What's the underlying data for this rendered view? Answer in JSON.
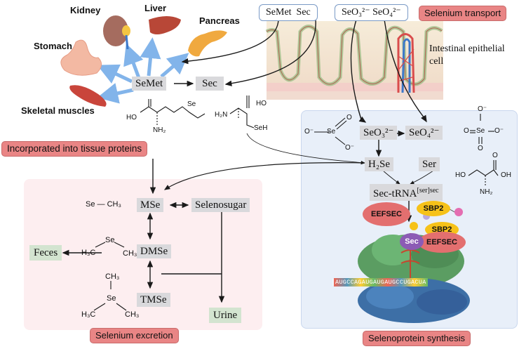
{
  "labels": {
    "selenium_transport": "Selenium transport",
    "incorporated": "Incorporated into tissue proteins",
    "selenium_excretion": "Selenium excretion",
    "selenoprotein_synthesis": "Selenoprotein synthesis",
    "intestinal_line1": "Intestinal epithelial",
    "intestinal_line2": "cell"
  },
  "transport_boxes": {
    "semet_sec": "SeMet  Sec",
    "selenite_selenate": "SeO₃²⁻ SeO₄²⁻"
  },
  "organs": {
    "kidney": "Kidney",
    "liver": "Liver",
    "pancreas": "Pancreas",
    "stomach": "Stomach",
    "skeletal_muscles": "Skeletal muscles"
  },
  "metabolites": {
    "semet": "SeMet",
    "sec": "Sec",
    "mse": "MSe",
    "selenosugar": "Selenosugar",
    "dmse": "DMSe",
    "tmse": "TMSe",
    "feces": "Feces",
    "urine": "Urine",
    "seo3": "SeO₃²⁻",
    "seo4": "SeO₄²⁻",
    "h2se": "H₂Se",
    "ser": "Ser",
    "sec_trna_prefix": "Sec-tRNA",
    "sec_trna_sup": "[ser]sec"
  },
  "synthesis": {
    "eefsec_left": "EEFSEC",
    "sbp2_top": "SBP2",
    "sbp2_mid": "SBP2",
    "eefsec_right": "EEFSEC",
    "sec_badge": "Sec"
  },
  "chemistry": {
    "semet_se": "Se",
    "semet_ho": "HO",
    "semet_nh2": "NH₂",
    "sec_ho": "HO",
    "sec_h2n": "H₂N",
    "sec_seh": "SeH",
    "mse_struct": "Se — CH₃",
    "dmse_se": "Se",
    "dmse_h3c": "H₃C",
    "dmse_ch3": "CH₃",
    "tmse_ch3_top": "CH₃",
    "tmse_se": "Se",
    "tmse_h3c": "H₃C",
    "tmse_ch3": "CH₃",
    "selenite_struct_se": "Se",
    "selenite_o_left": "O⁻",
    "selenite_o_right": "O⁻",
    "selenite_o_top": "O",
    "selenate_se": "Se",
    "selenate_o_top": "O⁻",
    "selenate_o_left": "O",
    "selenate_o_right": "O⁻",
    "selenate_o_bottom": "O",
    "ser_ho": "HO",
    "ser_oh": "OH",
    "ser_nh2": "NH₂",
    "ser_o": "O"
  },
  "mrna_sequence": "AUGCCAGAUGAUGAUGCCUGACUA",
  "colors": {
    "arrow_blue": "#82b4ea",
    "label_red": "#e98585",
    "excretion_panel": "#fdeef0",
    "synthesis_panel": "#e8eff9",
    "eefsec": "#e36f6f",
    "sbp2": "#f6c219",
    "sec_badge": "#8c5bb5",
    "ribosome_large": "#5b9d62",
    "ribosome_small": "#3d6fa6"
  }
}
